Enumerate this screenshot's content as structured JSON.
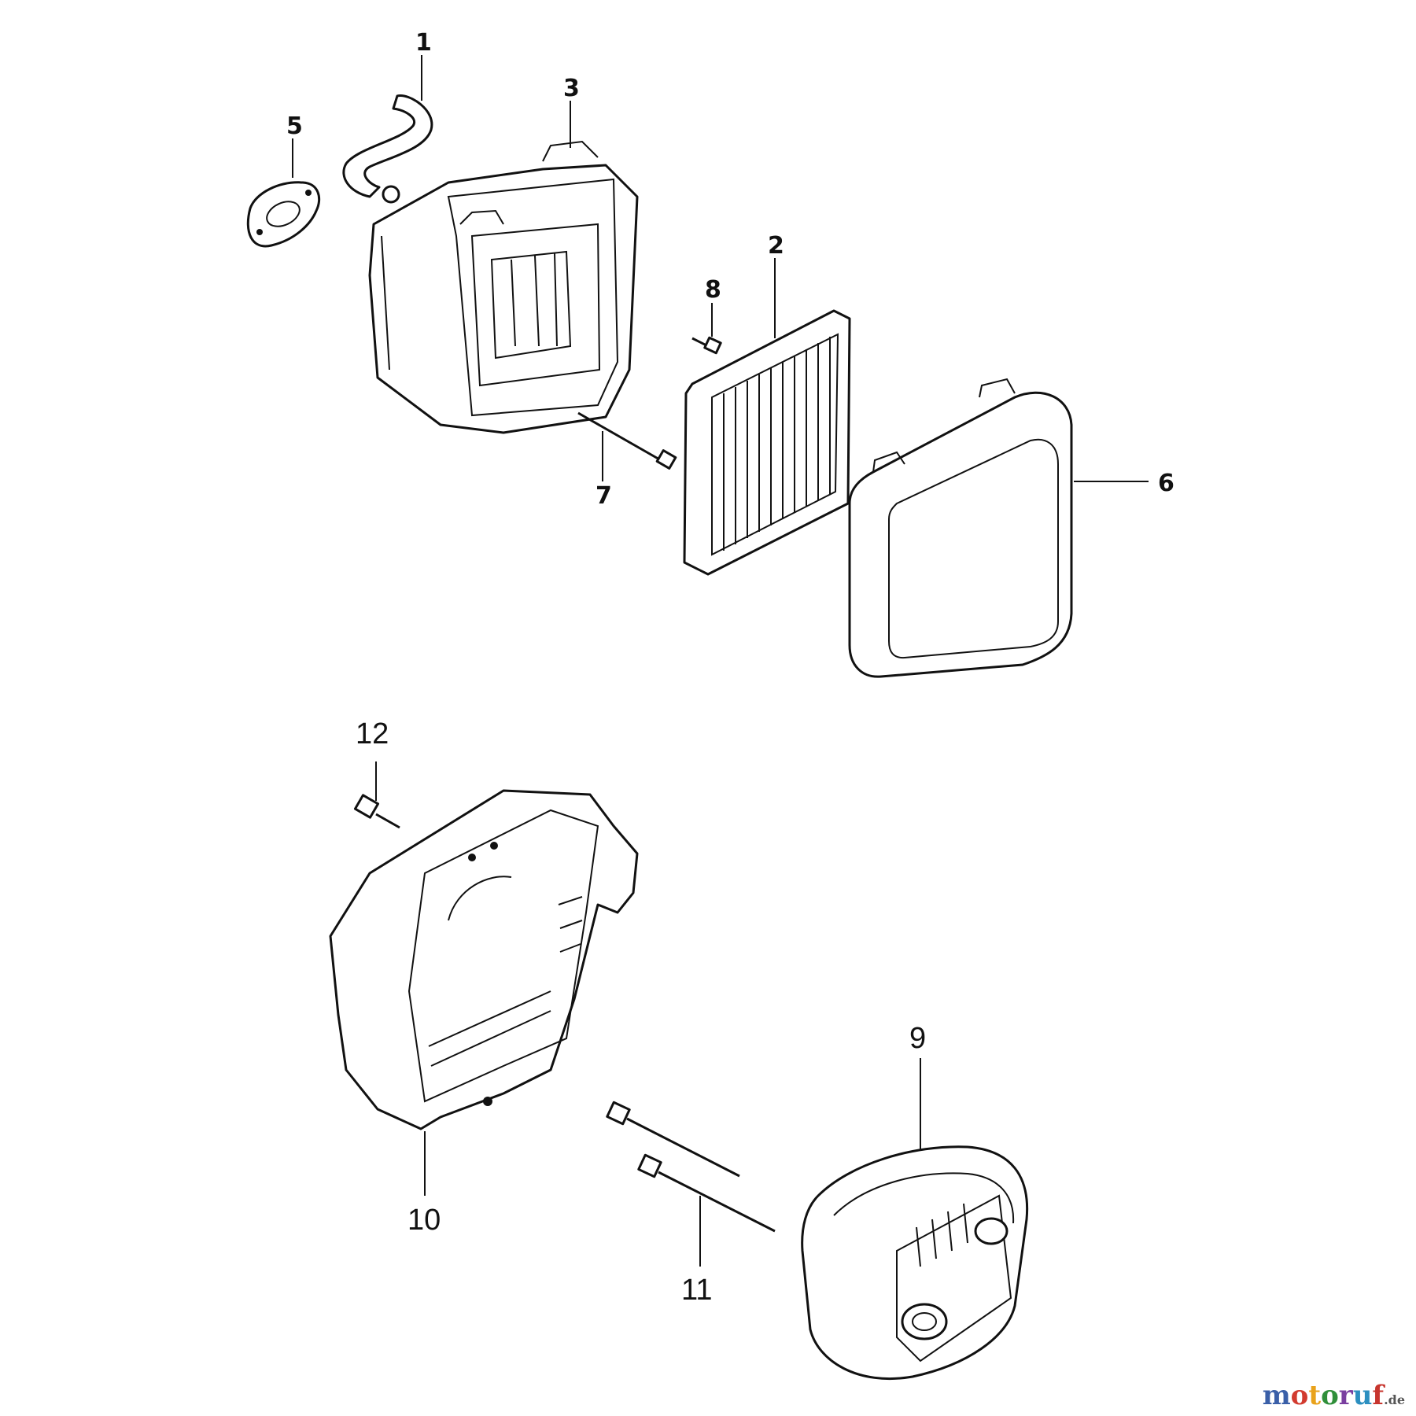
{
  "callouts": {
    "c1": "1",
    "c2": "2",
    "c3": "3",
    "c5": "5",
    "c6": "6",
    "c7": "7",
    "c8": "8",
    "c9": "9",
    "c10": "10",
    "c11": "11",
    "c12": "12"
  },
  "watermark": {
    "main": "motoruf",
    "suffix": ".de"
  },
  "colors": {
    "line": "#111111",
    "background": "#ffffff",
    "watermark": [
      "#3a5fa8",
      "#d23b2f",
      "#e9a21b",
      "#2f8f3a",
      "#7a3fa0",
      "#2c8fc0",
      "#c7352e"
    ]
  }
}
